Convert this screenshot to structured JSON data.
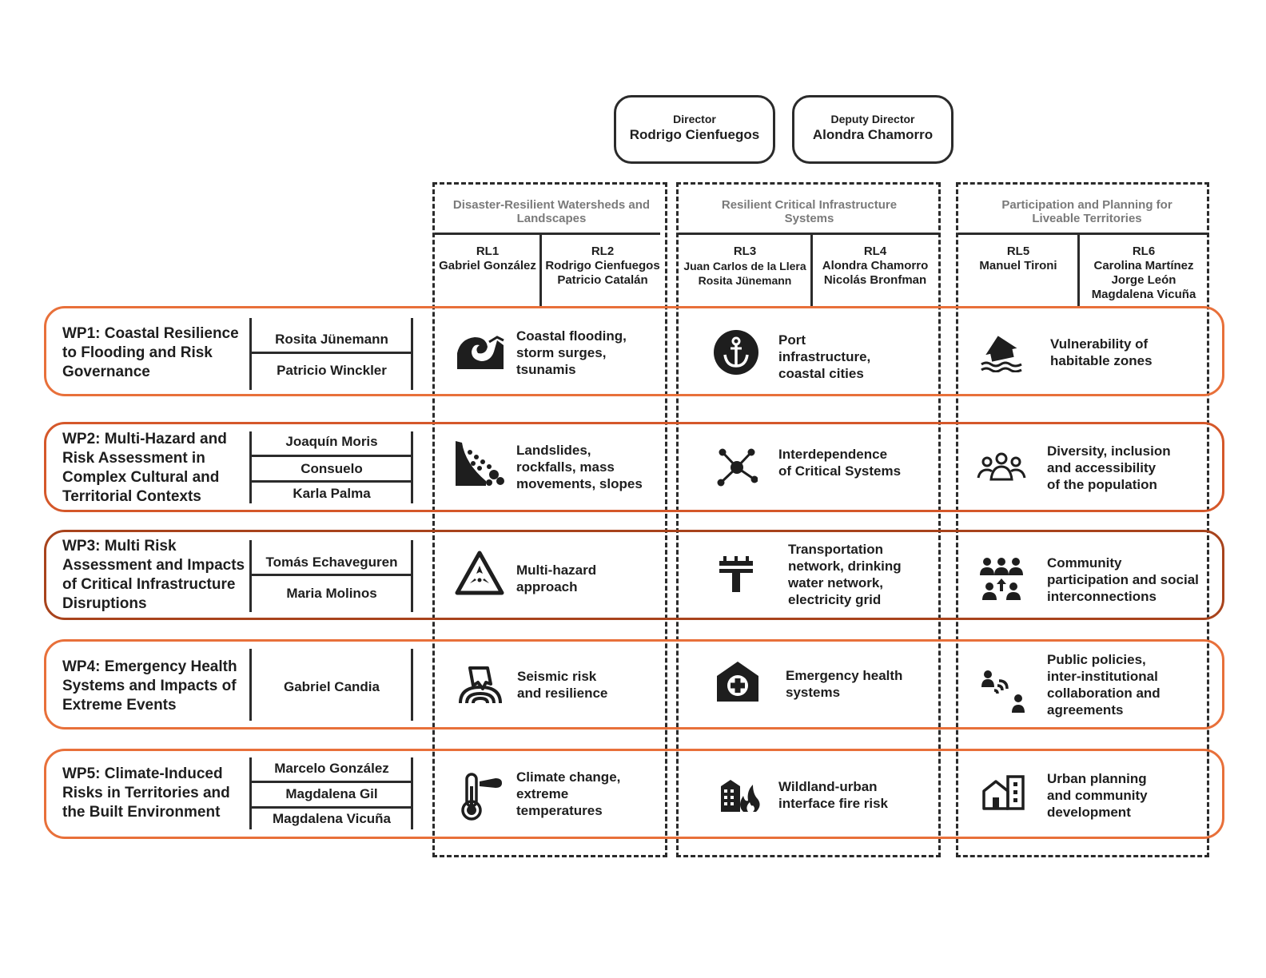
{
  "directors": [
    {
      "role": "Director",
      "name": "Rodrigo Cienfuegos"
    },
    {
      "role": "Deputy Director",
      "name": "Alondra Chamorro"
    }
  ],
  "themes": [
    "Disaster-Resilient Watersheds and Landscapes",
    "Resilient Critical Infrastructure Systems",
    "Participation and Planning for Liveable Territories"
  ],
  "research_lines": [
    {
      "code": "RL1",
      "leads": "Gabriel González"
    },
    {
      "code": "RL2",
      "leads": "Rodrigo Cienfuegos\nPatricio Catalán"
    },
    {
      "code": "RL3",
      "leads": "Juan Carlos de la Llera\nRosita Jünemann"
    },
    {
      "code": "RL4",
      "leads": "Alondra Chamorro\nNicolás Bronfman"
    },
    {
      "code": "RL5",
      "leads": "Manuel Tironi"
    },
    {
      "code": "RL6",
      "leads": "Carolina Martínez\nJorge León\nMagdalena Vicuña"
    }
  ],
  "work_packages": [
    {
      "title": "WP1: Coastal Resilience to Flooding and Risk Governance",
      "leads": [
        "Rosita Jünemann",
        "Patricio Winckler"
      ],
      "cells": [
        {
          "icon": "wave-icon",
          "text": "Coastal flooding,\nstorm surges,\ntsunamis"
        },
        {
          "icon": "anchor-icon",
          "text": "Port\ninfrastructure,\ncoastal cities"
        },
        {
          "icon": "flooded-house-icon",
          "text": "Vulnerability of\nhabitable zones"
        }
      ]
    },
    {
      "title": "WP2: Multi-Hazard and Risk Assessment in Complex Cultural and Territorial Contexts",
      "leads": [
        "Joaquín Moris",
        "Consuelo",
        "Karla Palma"
      ],
      "cells": [
        {
          "icon": "landslide-icon",
          "text": "Landslides,\nrockfalls, mass\nmovements, slopes"
        },
        {
          "icon": "network-icon",
          "text": "Interdependence\nof Critical Systems"
        },
        {
          "icon": "group-icon",
          "text": "Diversity, inclusion\nand accessibility\nof the population"
        }
      ]
    },
    {
      "title": "WP3: Multi Risk Assessment and Impacts of Critical Infrastructure Disruptions",
      "leads": [
        "Tomás Echaveguren",
        "Maria Molinos"
      ],
      "cells": [
        {
          "icon": "hazard-triangle-icon",
          "text": "Multi-hazard\napproach"
        },
        {
          "icon": "utility-pole-icon",
          "text": "Transportation\nnetwork, drinking\nwater network,\nelectricity grid"
        },
        {
          "icon": "community-icon",
          "text": "Community\nparticipation and social\ninterconnections"
        }
      ]
    },
    {
      "title": "WP4: Emergency Health Systems and Impacts of Extreme Events",
      "leads": [
        "Gabriel Candia"
      ],
      "cells": [
        {
          "icon": "seismic-icon",
          "text": "Seismic risk\nand resilience"
        },
        {
          "icon": "hospital-icon",
          "text": "Emergency health\nsystems"
        },
        {
          "icon": "collaboration-icon",
          "text": "Public policies,\ninter-institutional\ncollaboration and\nagreements"
        }
      ]
    },
    {
      "title": "WP5: Climate-Induced Risks in Territories and the Built Environment",
      "leads": [
        "Marcelo González",
        "Magdalena Gil",
        "Magdalena Vicuña"
      ],
      "cells": [
        {
          "icon": "thermometer-icon",
          "text": "Climate change,\nextreme\ntemperatures"
        },
        {
          "icon": "building-fire-icon",
          "text": "Wildland-urban\ninterface fire risk"
        },
        {
          "icon": "urban-planning-icon",
          "text": "Urban planning\nand community\ndevelopment"
        }
      ]
    }
  ]
}
